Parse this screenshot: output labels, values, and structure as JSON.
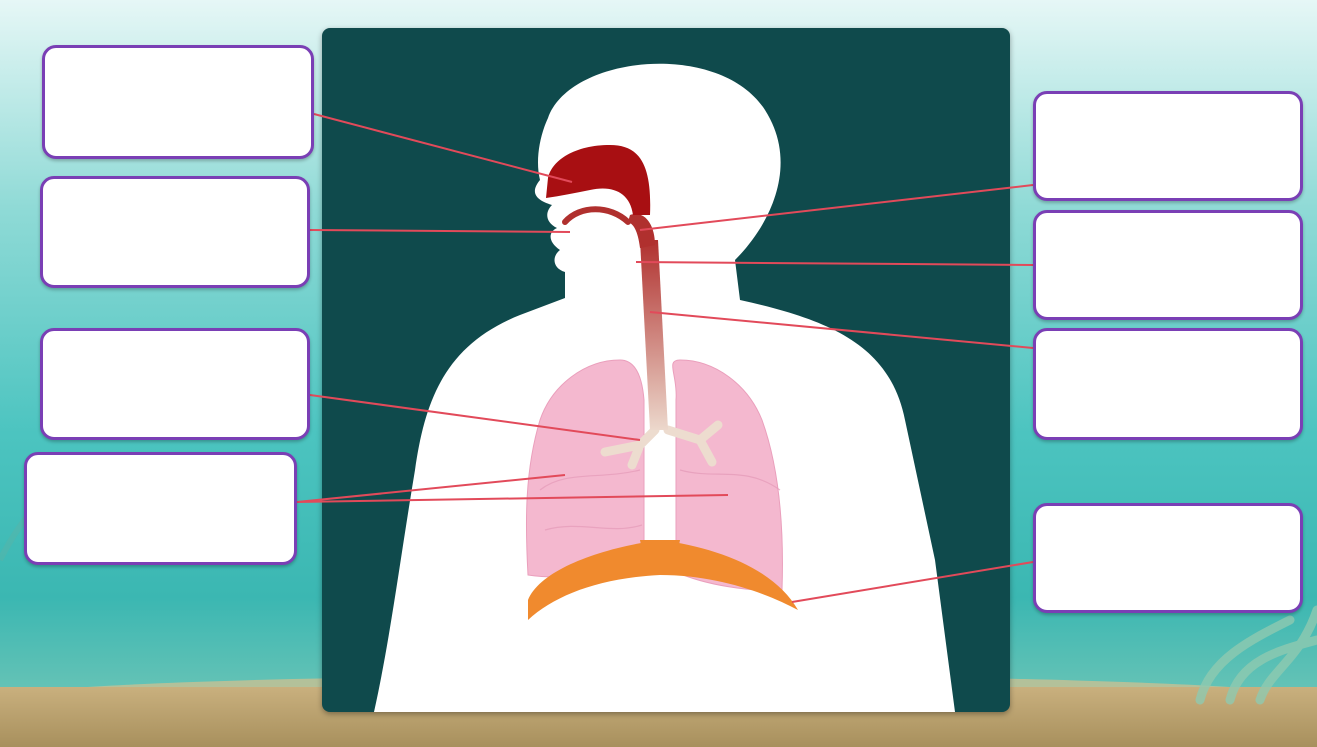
{
  "labels": [
    {
      "id": "nasal-cavity",
      "text": ""
    },
    {
      "id": "mouth",
      "text": ""
    },
    {
      "id": "bronchi",
      "text": ""
    },
    {
      "id": "lungs",
      "text": ""
    },
    {
      "id": "pharynx",
      "text": ""
    },
    {
      "id": "larynx",
      "text": ""
    },
    {
      "id": "trachea",
      "text": ""
    },
    {
      "id": "diaphragm",
      "text": ""
    }
  ],
  "colors": {
    "background_top": "#e6f7f6",
    "background_mid": "#4cc4c0",
    "panel": "#0f4a4c",
    "body_silhouette": "#ffffff",
    "nasal_cavity": "#a80f12",
    "airway": "#b0302e",
    "lungs": "#f4b8cf",
    "diaphragm": "#f08a2e",
    "pointer_line": "#e24a5a",
    "label_border": "#7a3fb5"
  }
}
